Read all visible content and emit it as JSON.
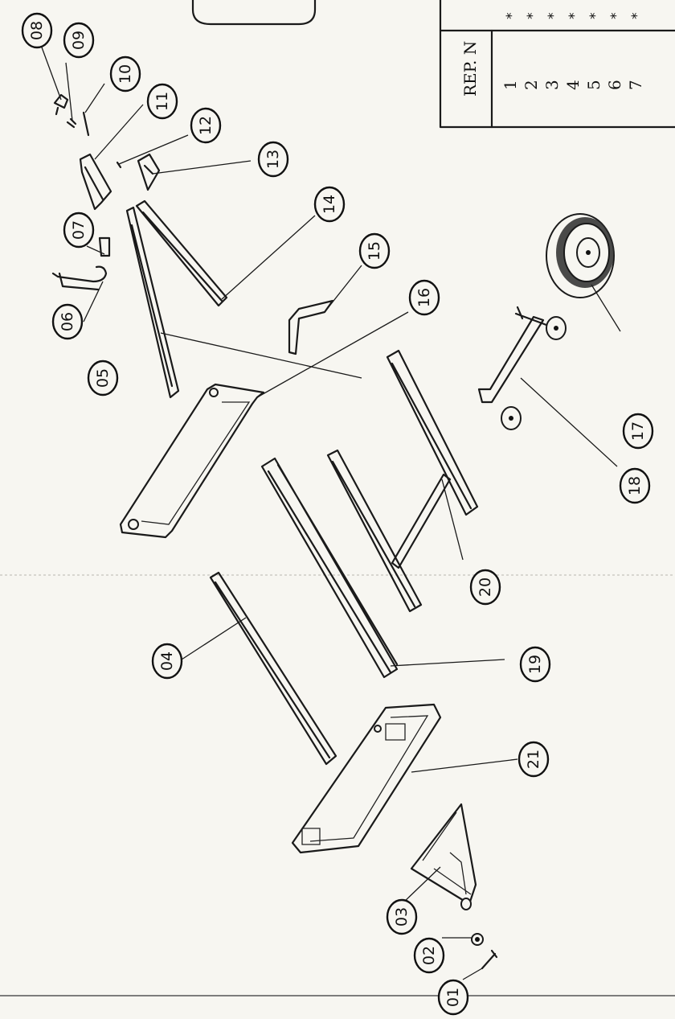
{
  "callouts": [
    {
      "id": "c01",
      "label": "01"
    },
    {
      "id": "c02",
      "label": "02"
    },
    {
      "id": "c03",
      "label": "03"
    },
    {
      "id": "c04",
      "label": "04"
    },
    {
      "id": "c05",
      "label": "05"
    },
    {
      "id": "c06",
      "label": "06"
    },
    {
      "id": "c07",
      "label": "07"
    },
    {
      "id": "c08",
      "label": "08"
    },
    {
      "id": "c09",
      "label": "09"
    },
    {
      "id": "c10",
      "label": "10"
    },
    {
      "id": "c11",
      "label": "11"
    },
    {
      "id": "c12",
      "label": "12"
    },
    {
      "id": "c13",
      "label": "13"
    },
    {
      "id": "c14",
      "label": "14"
    },
    {
      "id": "c15",
      "label": "15"
    },
    {
      "id": "c16",
      "label": "16"
    },
    {
      "id": "c17",
      "label": "17"
    },
    {
      "id": "c18",
      "label": "18"
    },
    {
      "id": "c19",
      "label": "19"
    },
    {
      "id": "c20",
      "label": "20"
    },
    {
      "id": "c21",
      "label": "21"
    }
  ],
  "table": {
    "header": "REP. N",
    "numbers": [
      "1",
      "2",
      "3",
      "4",
      "5",
      "6",
      "7"
    ],
    "marks": [
      "*",
      "*",
      "*",
      "*",
      "*",
      "*",
      "*"
    ]
  }
}
